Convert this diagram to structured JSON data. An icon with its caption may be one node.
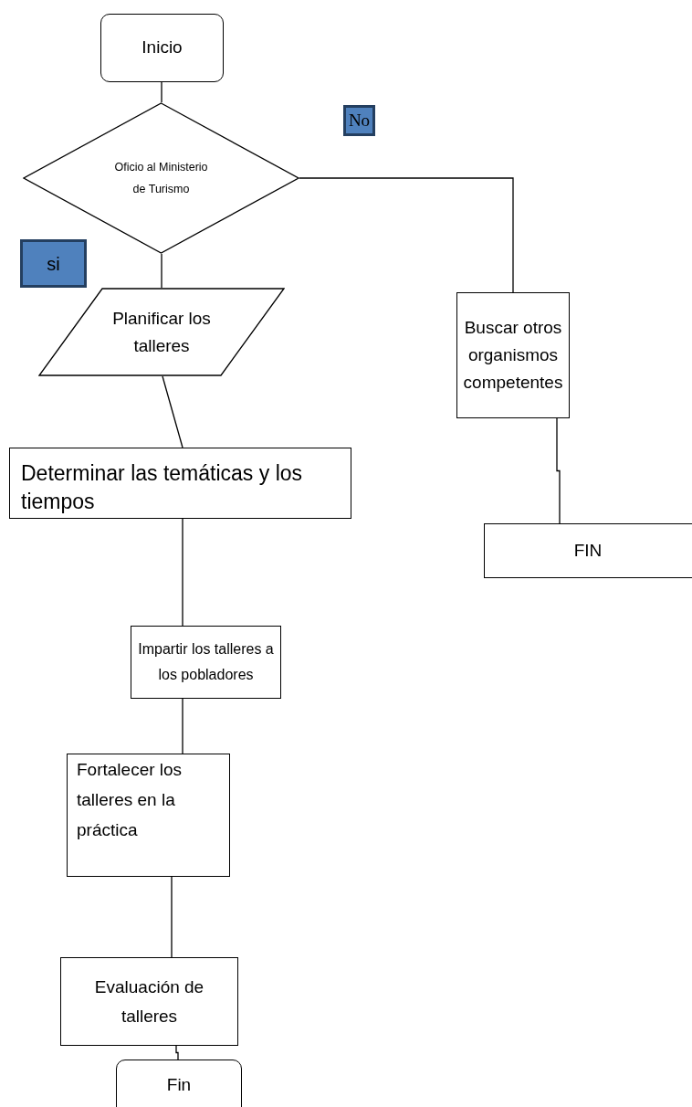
{
  "diagram": {
    "nodes": [
      {
        "text": [
          "Inicio"
        ]
      },
      {
        "text": [
          "Oficio al Ministerio de Turismo"
        ]
      },
      {
        "text": [
          "No"
        ]
      },
      {
        "text": [
          "si"
        ]
      },
      {
        "text": [
          "Planificar los talleres"
        ]
      },
      {
        "text": [
          "Buscar otros organismos competentes"
        ]
      },
      {
        "text": [
          "Determinar las temáticas y los tiempos"
        ]
      },
      {
        "text": [
          "FIN"
        ]
      },
      {
        "text": [
          "Impartir los talleres a los pobladores"
        ]
      },
      {
        "text": [
          "Fortalecer los talleres en la práctica"
        ]
      },
      {
        "text": [
          "Evaluación de talleres"
        ]
      },
      {
        "text": [
          "Fin"
        ]
      }
    ],
    "edges": [
      {
        "from": 0,
        "to": 1,
        "arrow": "none"
      },
      {
        "from": 1,
        "to": 4,
        "arrow": "none"
      },
      {
        "from": 1,
        "to": 5,
        "arrow": "none"
      },
      {
        "from": 4,
        "to": 6,
        "arrow": "none"
      },
      {
        "from": 5,
        "to": 7,
        "arrow": "none"
      },
      {
        "from": 6,
        "to": 8,
        "arrow": "none"
      },
      {
        "from": 8,
        "to": 9,
        "arrow": "none"
      },
      {
        "from": 9,
        "to": 10,
        "arrow": "none"
      },
      {
        "from": 10,
        "to": 11,
        "arrow": "none"
      }
    ]
  }
}
